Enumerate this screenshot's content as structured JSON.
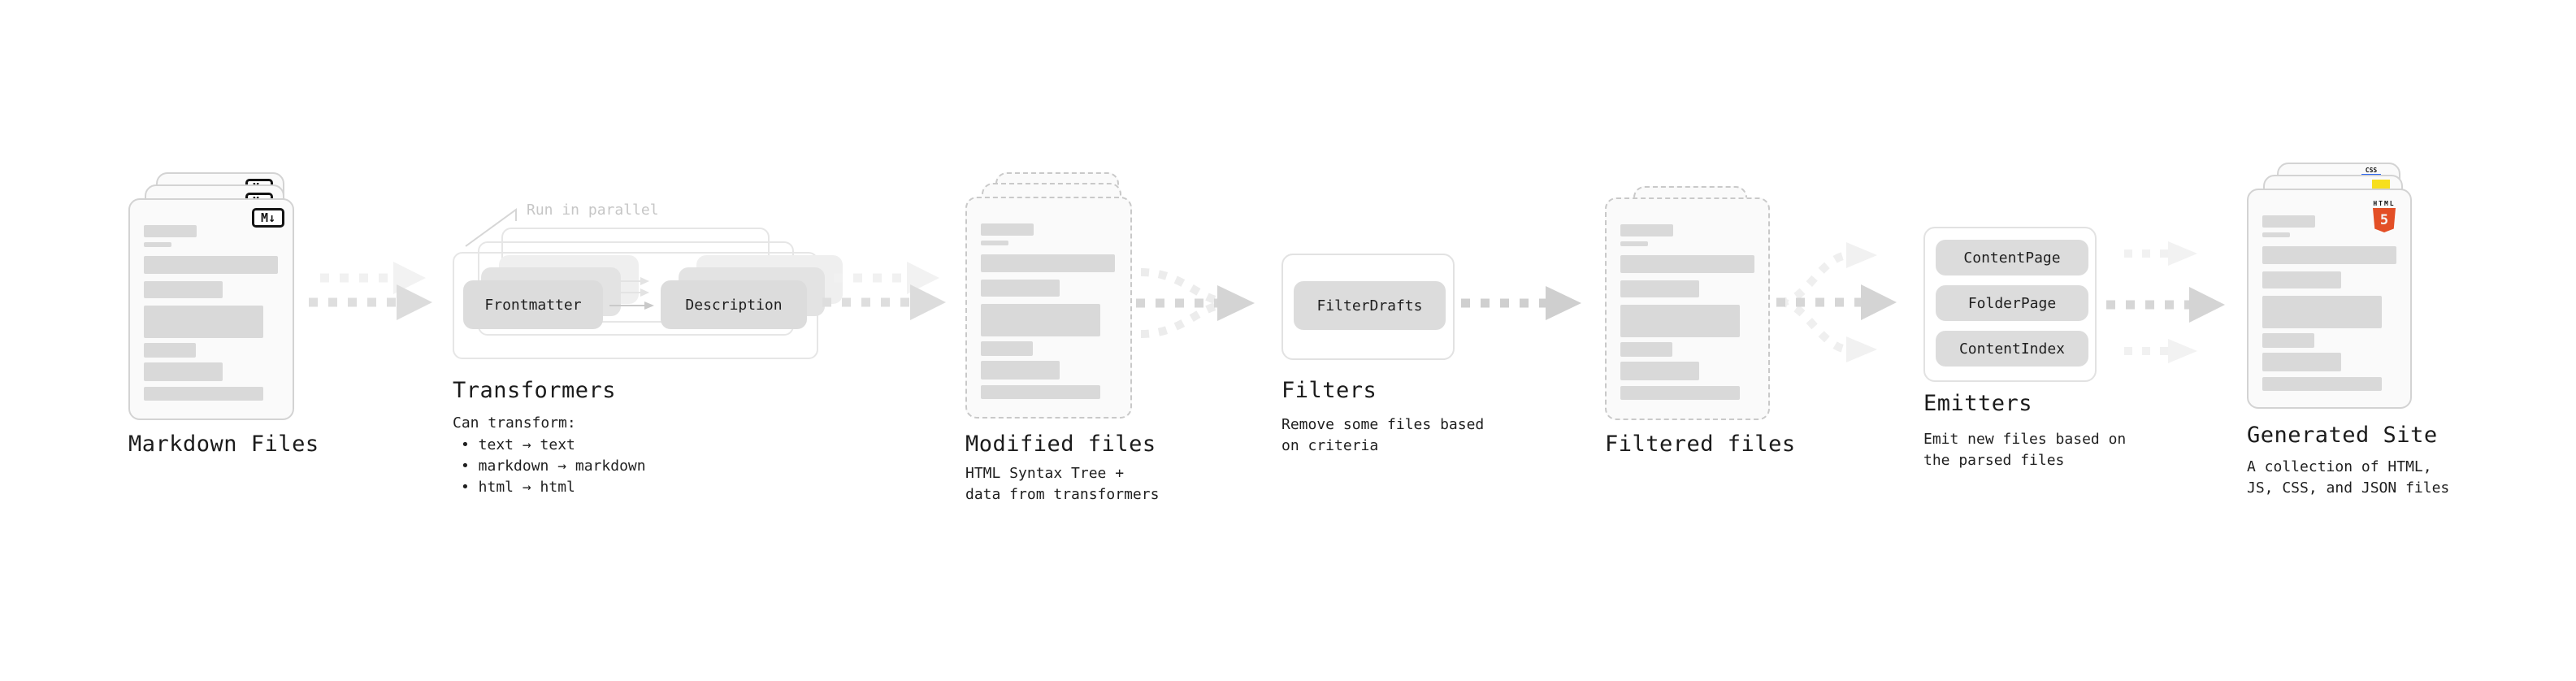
{
  "colors": {
    "text": "#1b1b1b",
    "muted_note": "#c6c6c6",
    "placeholder_bar": "#d9d9d9",
    "pill_bg": "#dcdcdc",
    "html5_orange": "#e34f26",
    "js_yellow": "#f7df1e",
    "css_blue": "#2965f1"
  },
  "stages": {
    "markdown_files": {
      "title": "Markdown Files",
      "badge": "M↓"
    },
    "transformers": {
      "title": "Transformers",
      "note": "Run in parallel",
      "nodes": [
        "Frontmatter",
        "Description"
      ],
      "caption": "Can transform:",
      "bullets": [
        "• text → text",
        "• markdown → markdown",
        "• html → html"
      ]
    },
    "modified_files": {
      "title": "Modified files",
      "subtitle": [
        "HTML Syntax Tree +",
        "data from transformers"
      ]
    },
    "filters": {
      "title": "Filters",
      "nodes": [
        "FilterDrafts"
      ],
      "subtitle": [
        "Remove some files based",
        "on criteria"
      ]
    },
    "filtered_files": {
      "title": "Filtered files"
    },
    "emitters": {
      "title": "Emitters",
      "nodes": [
        "ContentPage",
        "FolderPage",
        "ContentIndex"
      ],
      "subtitle": [
        "Emit new files based on",
        "the parsed files"
      ]
    },
    "generated_site": {
      "title": "Generated Site",
      "subtitle": [
        "A collection of HTML,",
        "JS, CSS, and JSON files"
      ],
      "badges": {
        "html_label": "HTML",
        "html_number": "5",
        "css": "CSS"
      }
    }
  }
}
